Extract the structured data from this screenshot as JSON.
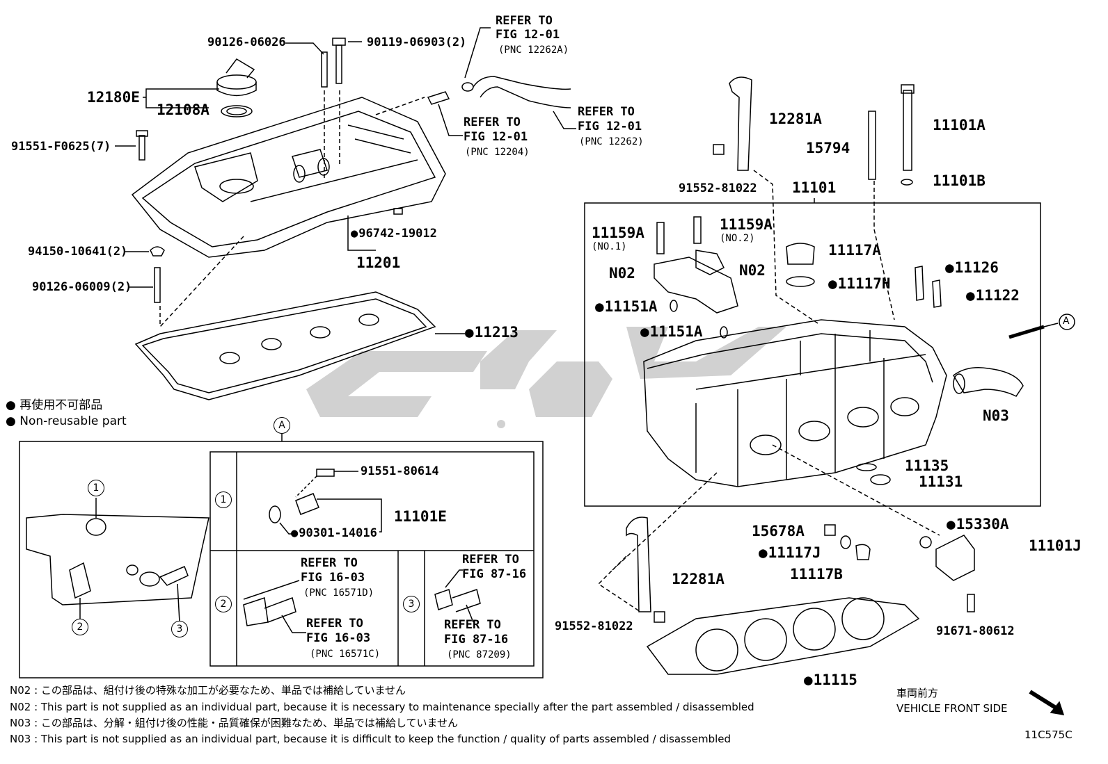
{
  "labels": {
    "p_90126_06026": "90126-06026",
    "p_90119_06903": "90119-06903(2)",
    "p_12180E": "12180E",
    "p_12108A": "12108A",
    "p_91551_F0625": "91551-F0625(7)",
    "p_94150_10641": "94150-10641(2)",
    "p_90126_06009": "90126-06009(2)",
    "p_96742_19012": "96742-19012",
    "p_11201": "11201",
    "p_11213": "11213",
    "ref1_line1": "REFER TO",
    "ref1_line2": "FIG 12-01",
    "ref1_line3": "(PNC 12262A)",
    "ref2_line1": "REFER TO",
    "ref2_line2": "FIG 12-01",
    "ref2_line3": "(PNC 12204)",
    "ref3_line1": "REFER TO",
    "ref3_line2": "FIG 12-01",
    "ref3_line3": "(PNC 12262)",
    "p_12281A_top": "12281A",
    "p_91552_81022_top": "91552-81022",
    "p_15794": "15794",
    "p_11101A": "11101A",
    "p_11101B": "11101B",
    "p_11101": "11101",
    "p_11159A_1": "11159A",
    "p_11159A_1_sub": "(NO.1)",
    "p_11159A_2": "11159A",
    "p_11159A_2_sub": "(NO.2)",
    "p_N02_left": "N02",
    "p_N02_right": "N02",
    "p_11151A_1": "11151A",
    "p_11151A_2": "11151A",
    "p_11117A": "11117A",
    "p_11117H": "11117H",
    "p_11126": "11126",
    "p_11122": "11122",
    "p_A_arrow": "A",
    "p_N03": "N03",
    "p_11135": "11135",
    "p_11131": "11131",
    "p_15678A": "15678A",
    "p_11117J": "11117J",
    "p_11117B": "11117B",
    "p_15330A": "15330A",
    "p_11101J": "11101J",
    "p_12281A_bottom": "12281A",
    "p_91552_81022_bottom": "91552-81022",
    "p_91671_80612": "91671-80612",
    "p_11115": "11115",
    "detail_A": "A",
    "d1_91551_80614": "91551-80614",
    "d1_11101E": "11101E",
    "d1_90301_14016": "90301-14016",
    "d2_ref_a_1": "REFER TO",
    "d2_ref_a_2": "FIG 16-03",
    "d2_ref_a_3": "(PNC 16571D)",
    "d2_ref_b_1": "REFER TO",
    "d2_ref_b_2": "FIG 16-03",
    "d2_ref_b_3": "(PNC 16571C)",
    "d3_ref_a_1": "REFER TO",
    "d3_ref_a_2": "FIG 87-16",
    "d3_ref_b_1": "REFER TO",
    "d3_ref_b_2": "FIG 87-16",
    "d3_ref_b_3": "(PNC 87209)",
    "circle_1": "1",
    "circle_2": "2",
    "circle_3": "3"
  },
  "legend": {
    "jp": "再使用不可部品",
    "en": "Non-reusable part"
  },
  "notes": [
    "N02 : この部品は、組付け後の特殊な加工が必要なため、単品では補給していません",
    "N02 : This part is not supplied as an individual part, because it is necessary to maintenance specially after the part assembled / disassembled",
    "N03 : この部品は、分解・組付け後の性能・品質確保が困難なため、単品では補給していません",
    "N03 : This part is not supplied as an individual part, because it is difficult to keep the function / quality of parts  assembled / disassembled"
  ],
  "vehicle_front": {
    "jp": "車両前方",
    "en": "VEHICLE FRONT SIDE"
  },
  "figure_code": "11C575C",
  "colors": {
    "line": "#000000",
    "watermark": "#c8c8c8",
    "background": "#ffffff"
  }
}
